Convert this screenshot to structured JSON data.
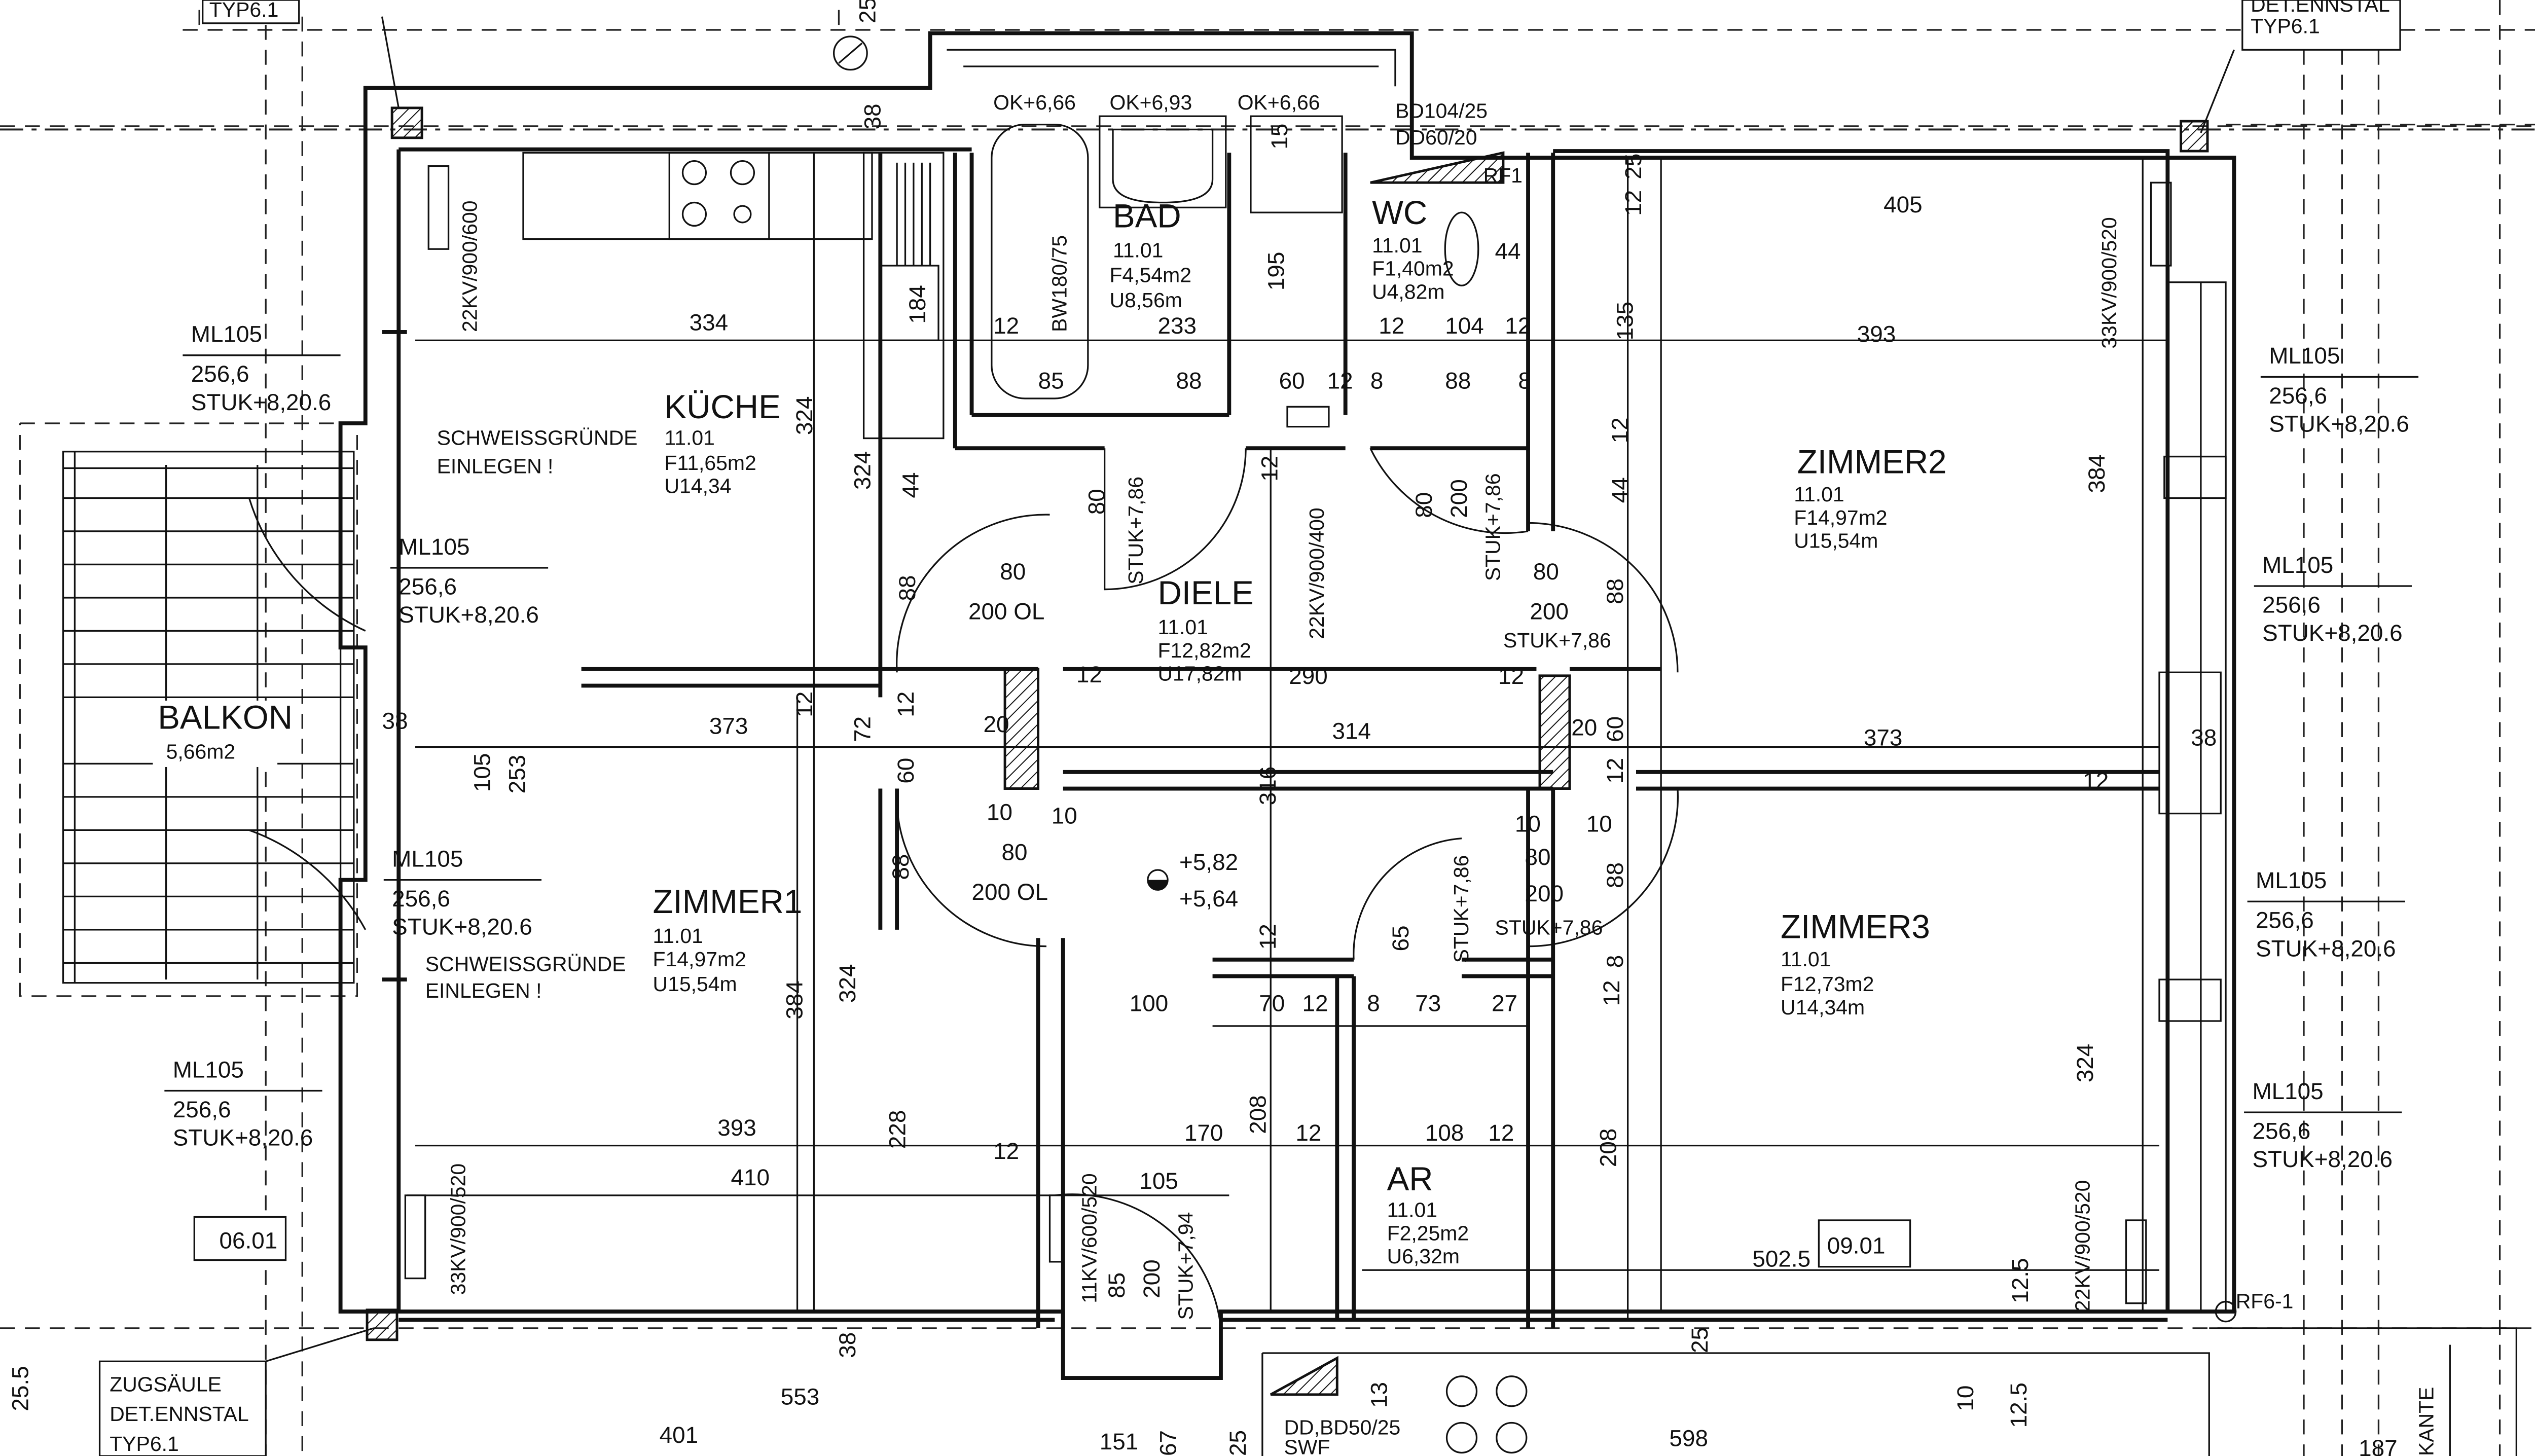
{
  "plan": {
    "rooms": [
      {
        "name": "KÜCHE",
        "code": "11.01",
        "area": "F11,65m2",
        "perimeter": "U14,34"
      },
      {
        "name": "BAD",
        "code": "11.01",
        "area": "F4,54m2",
        "perimeter": "U8,56m"
      },
      {
        "name": "WC",
        "code": "11.01",
        "area": "F1,40m2",
        "perimeter": "U4,82m"
      },
      {
        "name": "DIELE",
        "code": "11.01",
        "area": "F12,82m2",
        "perimeter": "U17,82m"
      },
      {
        "name": "ZIMMER2",
        "code": "11.01",
        "area": "F14,97m2",
        "perimeter": "U15,54m"
      },
      {
        "name": "ZIMMER1",
        "code": "11.01",
        "area": "F14,97m2",
        "perimeter": "U15,54m"
      },
      {
        "name": "ZIMMER3",
        "code": "11.01",
        "area": "F12,73m2",
        "perimeter": "U14,34m"
      },
      {
        "name": "AR",
        "code": "11.01",
        "area": "F2,25m2",
        "perimeter": "U6,32m"
      }
    ],
    "balcony": {
      "name": "BALKON",
      "area": "5,66m2"
    },
    "column_notes": {
      "top_left": "TYP6.1",
      "top_right": [
        "DET.ENNSTAL",
        "TYP6.1"
      ],
      "bottom_left": [
        "ZUGSÄULE",
        "DET.ENNSTAL",
        "TYP6.1"
      ]
    },
    "weld_note": [
      "SCHWEISSGRÜNDE",
      "EINLEGEN !"
    ],
    "window_notes": {
      "type": "ML105",
      "height": "256,6",
      "stuk": "STUK+8,20.6"
    },
    "top_labels": {
      "bd": "BD104/25",
      "dd": "DD60/20",
      "ok1": "OK+6,66",
      "ok2": "OK+6,93",
      "ok3": "OK+6,66",
      "rf1": "RF1",
      "bathtub": "BW180/75"
    },
    "radiators": [
      "22KV/900/600",
      "22KV/900/400",
      "33KV/900/520",
      "33KV/900/520",
      "22KV/900/520",
      "11KV/600/520"
    ],
    "door_stuk": [
      "STUK+7,86",
      "STUK+7,86",
      "STUK+7,86",
      "STUK+7,86",
      "STUK+7,86",
      "STUK+7,94"
    ],
    "door_ol": "200 OL",
    "levels": [
      "+5,82",
      "+5,64"
    ],
    "tags": [
      "06.01",
      "09.01"
    ],
    "bottom_labels": {
      "rf": "RF6-1",
      "dd": "DD,BD50/25",
      "swf": "SWF",
      "kante": "KANTE"
    },
    "dims_h": [
      "334",
      "373",
      "314",
      "373",
      "405",
      "393",
      "393",
      "410",
      "100",
      "70",
      "12",
      "8",
      "73",
      "27",
      "170",
      "12",
      "108",
      "12",
      "105",
      "502.5",
      "553",
      "401",
      "151",
      "598",
      "187",
      "233",
      "12",
      "85",
      "88",
      "60",
      "12",
      "8",
      "88",
      "8",
      "12",
      "104",
      "12",
      "44",
      "80",
      "80",
      "200",
      "12",
      "12",
      "290",
      "20",
      "20",
      "10",
      "10",
      "10",
      "10",
      "80",
      "80",
      "200",
      "38",
      "38",
      "12",
      "12",
      "200",
      "200"
    ],
    "dims_v": [
      "38",
      "25",
      "15",
      "184",
      "195",
      "324",
      "324",
      "44",
      "88",
      "12",
      "72",
      "60",
      "88",
      "12",
      "105",
      "253",
      "316",
      "12",
      "384",
      "324",
      "228",
      "85",
      "200",
      "12",
      "80",
      "200",
      "135",
      "12",
      "25",
      "12",
      "44",
      "88",
      "60",
      "12",
      "88",
      "8",
      "12",
      "65",
      "208",
      "208",
      "384",
      "324",
      "12.5",
      "25",
      "38",
      "12.5",
      "10",
      "13",
      "67",
      "25",
      "25.5",
      "80"
    ]
  }
}
